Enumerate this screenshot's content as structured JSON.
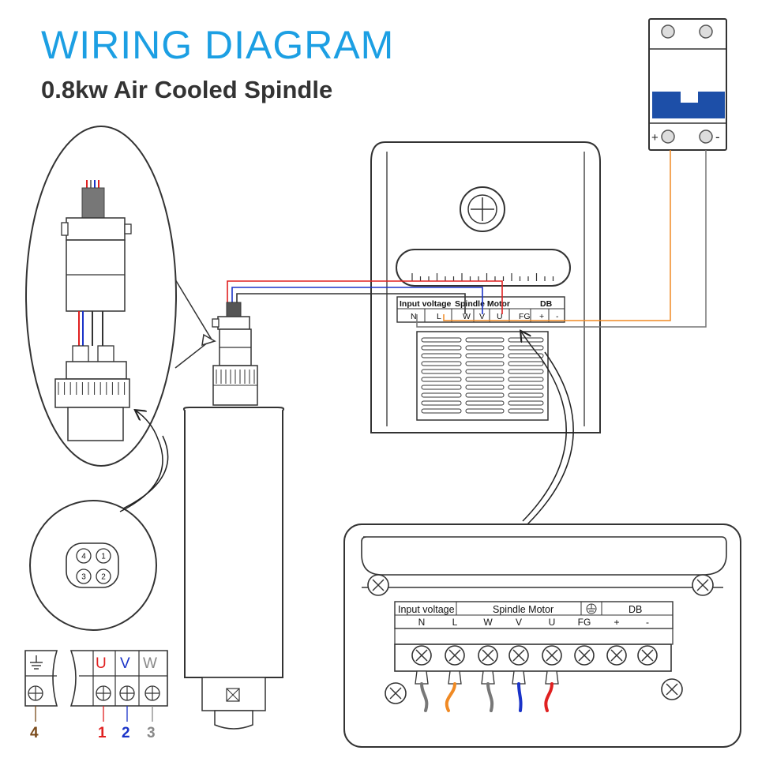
{
  "header": {
    "title": "WIRING DIAGRAM",
    "subtitle": "0.8kw Air Cooled Spindle"
  },
  "breaker": {
    "plus": "+",
    "minus": "-"
  },
  "inverter_small": {
    "input_voltage": "Input voltage",
    "spindle_motor": "Spindle Motor",
    "db": "DB",
    "terminals": [
      "N",
      "L",
      "W",
      "V",
      "U",
      "FG",
      "+",
      "-"
    ]
  },
  "terminal_block": {
    "input_voltage": "Input voltage",
    "spindle_motor": "Spindle Motor",
    "db": "DB",
    "terminals": [
      "N",
      "L",
      "W",
      "V",
      "U",
      "FG",
      "+",
      "-"
    ]
  },
  "connector": {
    "pins": [
      "4",
      "1",
      "3",
      "2"
    ]
  },
  "pin_legend": {
    "headers": [
      "U",
      "V",
      "W"
    ],
    "numbers": [
      "4",
      "1",
      "2",
      "3"
    ]
  },
  "colors": {
    "title": "#1c9fe3",
    "wire_red": "#e02020",
    "wire_blue": "#1a33c8",
    "wire_orange": "#f08a24",
    "wire_gray": "#777777",
    "device_blue": "#1d4fa8",
    "pin_brown": "#7a4a1a"
  }
}
